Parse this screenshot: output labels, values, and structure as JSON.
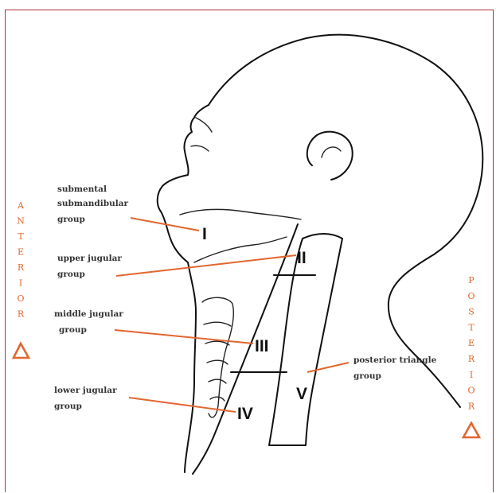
{
  "labels": {
    "submental_line1": "submental",
    "submental_line2": "submandibular",
    "submental_line3": "group",
    "upper_line1": "upper jugular",
    "upper_line2": "group",
    "middle_line1": "middle jugular",
    "middle_line2": "group",
    "lower_line1": "lower jugular",
    "lower_line2": "group",
    "posterior_line1": "posterior triangle",
    "posterior_line2": "group"
  },
  "levels": {
    "I": "I",
    "II": "II",
    "III": "III",
    "IV": "IV",
    "V": "V"
  },
  "sides": {
    "anterior": [
      "A",
      "N",
      "T",
      "E",
      "R",
      "I",
      "O",
      "R"
    ],
    "posterior": [
      "P",
      "O",
      "S",
      "T",
      "E",
      "R",
      "I",
      "O",
      "R"
    ]
  },
  "colors": {
    "accent": "#e2662f",
    "frame": "#b03030",
    "ink": "#111111"
  }
}
